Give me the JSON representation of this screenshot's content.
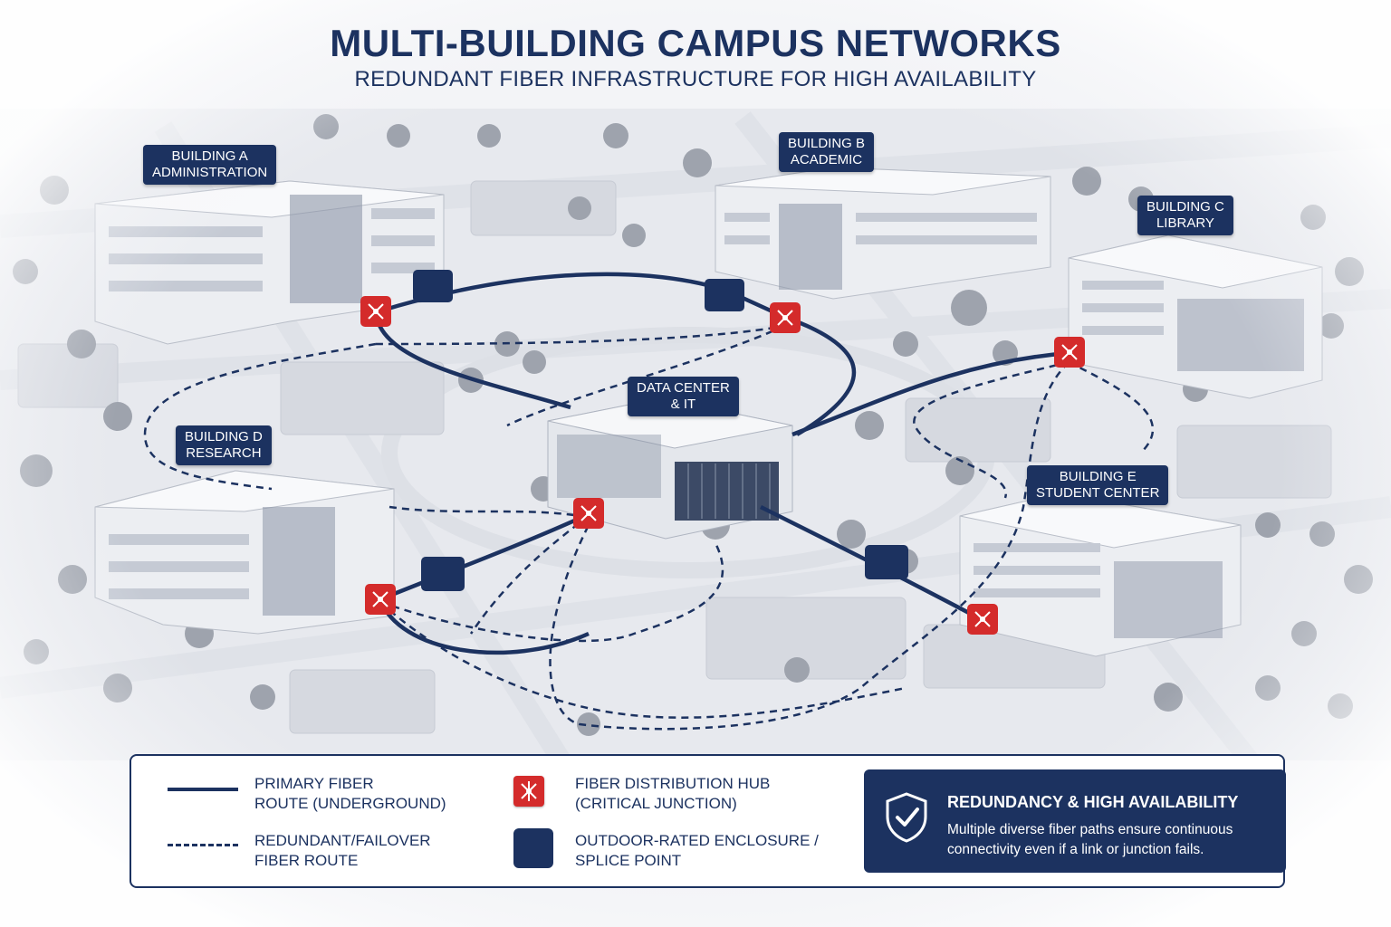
{
  "header": {
    "title": "MULTI-BUILDING CAMPUS NETWORKS",
    "subtitle": "REDUNDANT FIBER INFRASTRUCTURE FOR HIGH AVAILABILITY"
  },
  "buildings": [
    {
      "line1": "BUILDING A",
      "line2": "ADMINISTRATION"
    },
    {
      "line1": "BUILDING B",
      "line2": "ACADEMIC"
    },
    {
      "line1": "BUILDING C",
      "line2": "LIBRARY"
    },
    {
      "line1": "DATA CENTER",
      "line2": "& IT"
    },
    {
      "line1": "BUILDING D",
      "line2": "RESEARCH"
    },
    {
      "line1": "BUILDING E",
      "line2": "STUDENT CENTER"
    }
  ],
  "legend": {
    "primary": {
      "line1": "PRIMARY FIBER",
      "line2": "ROUTE (UNDERGROUND)"
    },
    "redundant": {
      "line1": "REDUNDANT/FAILOVER",
      "line2": "FIBER ROUTE"
    },
    "hub": {
      "line1": "FIBER DISTRIBUTION HUB",
      "line2": "(CRITICAL JUNCTION)"
    },
    "enclosure": {
      "line1": "OUTDOOR-RATED ENCLOSURE /",
      "line2": "SPLICE POINT"
    }
  },
  "availability": {
    "title": "REDUNDANCY & HIGH AVAILABILITY",
    "description": "Multiple diverse fiber paths ensure continuous connectivity even if a link or junction fails."
  },
  "colors": {
    "navy": "#1c3260",
    "hub_red": "#d42b2b",
    "building": "#eceef2",
    "ground": "#f3f4f7"
  },
  "icons": {
    "hub": "network-hub-icon",
    "enclosure": "enclosure-box-icon",
    "shield": "shield-check-icon"
  }
}
